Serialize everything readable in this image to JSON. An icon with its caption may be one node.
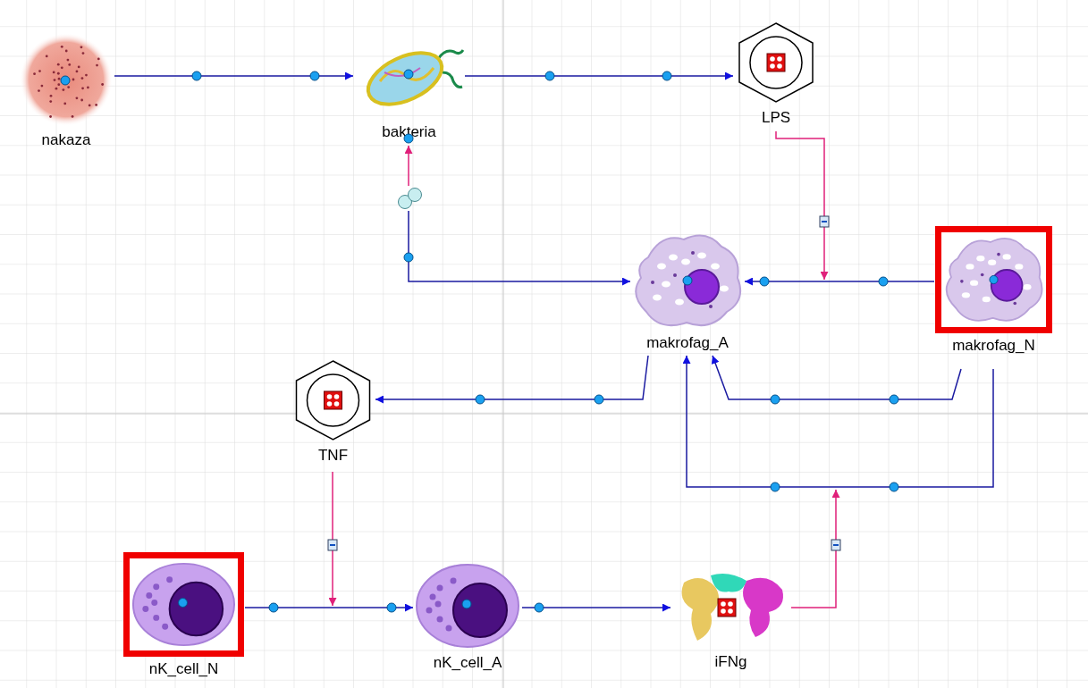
{
  "diagram": {
    "nodes": [
      {
        "text": [
          "nakaza"
        ]
      },
      {
        "text": [
          "bakteria"
        ]
      },
      {
        "text": [
          "LPS"
        ]
      },
      {
        "text": [
          "makrofag_A"
        ]
      },
      {
        "text": [
          "makrofag_N"
        ]
      },
      {
        "text": [
          "TNF"
        ]
      },
      {
        "text": [
          "nK_cell_N"
        ]
      },
      {
        "text": [
          "nK_cell_A"
        ]
      },
      {
        "text": [
          "iFNg"
        ]
      },
      {
        "text": [],
        "shape": "circle"
      }
    ],
    "edges": [
      {
        "from": 0,
        "to": 1,
        "arrow": "to"
      },
      {
        "from": 1,
        "to": 2,
        "arrow": "to"
      },
      {
        "from": 9,
        "to": 3,
        "arrow": "to"
      },
      {
        "from": 9,
        "to": 1,
        "arrow": "to",
        "color": "#e0207a"
      },
      {
        "from": 4,
        "to": 3,
        "arrow": "to"
      },
      {
        "from": 2,
        "to": null,
        "arrow": "to",
        "color": "#e0207a"
      },
      {
        "from": 3,
        "to": 5,
        "arrow": "to"
      },
      {
        "from": 4,
        "to": 3,
        "arrow": "to"
      },
      {
        "from": 4,
        "to": 3,
        "arrow": "to"
      },
      {
        "from": 8,
        "to": null,
        "arrow": "to",
        "color": "#e0207a"
      },
      {
        "from": 5,
        "to": null,
        "arrow": "to",
        "color": "#e0207a"
      },
      {
        "from": 6,
        "to": 7,
        "arrow": "to"
      },
      {
        "from": 7,
        "to": 8,
        "arrow": "to"
      }
    ]
  }
}
